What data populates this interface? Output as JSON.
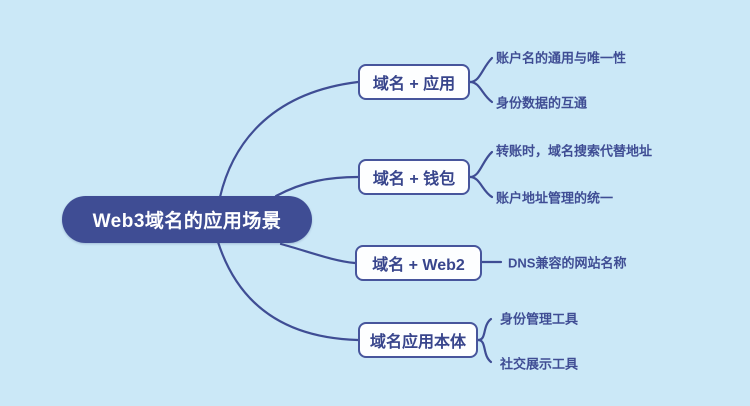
{
  "canvas": {
    "background_color": "#cbe8f7",
    "line_color": "#3f4d94"
  },
  "root": {
    "label": "Web3域名的应用场景",
    "fill_color": "#3f4d94",
    "text_color": "#ffffff"
  },
  "branches": [
    {
      "label": "域名 + 应用",
      "children": [
        "账户名的通用与唯一性",
        "身份数据的互通"
      ]
    },
    {
      "label": "域名 + 钱包",
      "children": [
        "转账时，域名搜索代替地址",
        "账户地址管理的统一"
      ]
    },
    {
      "label": "域名 + Web2",
      "children": [
        "DNS兼容的网站名称"
      ]
    },
    {
      "label": "域名应用本体",
      "children": [
        "身份管理工具",
        "社交展示工具"
      ]
    }
  ]
}
